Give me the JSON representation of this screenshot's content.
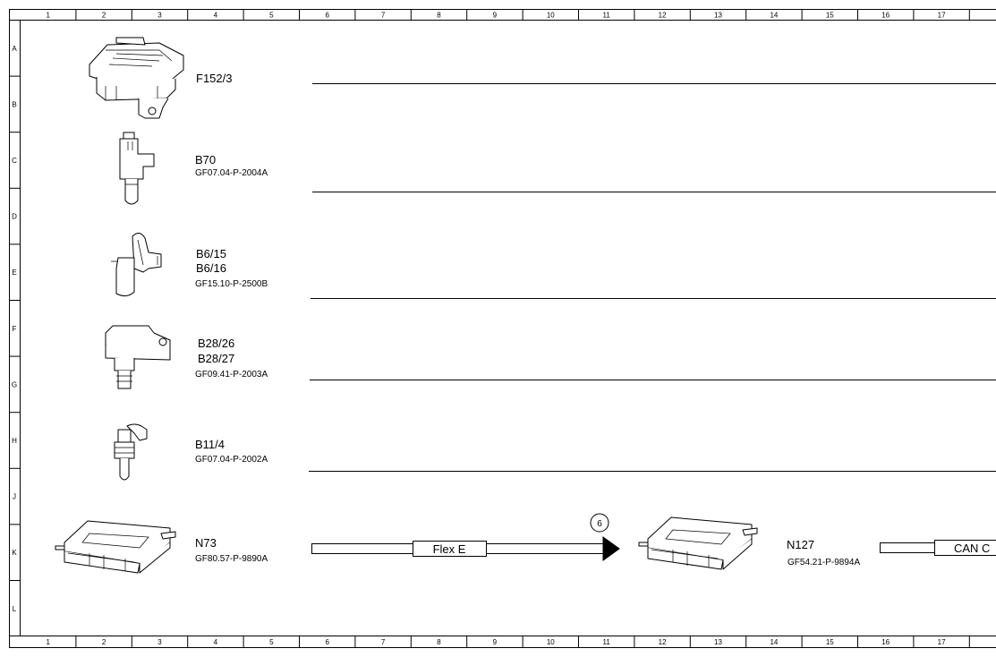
{
  "grid": {
    "columns": [
      "1",
      "2",
      "3",
      "4",
      "5",
      "6",
      "7",
      "8",
      "9",
      "10",
      "11",
      "12",
      "13",
      "14",
      "15",
      "16",
      "17"
    ],
    "rows": [
      "A",
      "B",
      "C",
      "D",
      "E",
      "F",
      "G",
      "H",
      "J",
      "K",
      "L"
    ]
  },
  "components": [
    {
      "id": "f152-3",
      "codes": [
        "F152/3"
      ],
      "ref": ""
    },
    {
      "id": "b70",
      "codes": [
        "B70"
      ],
      "ref": "GF07.04-P-2004A"
    },
    {
      "id": "b6",
      "codes": [
        "B6/15",
        "B6/16"
      ],
      "ref": "GF15.10-P-2500B"
    },
    {
      "id": "b28",
      "codes": [
        "B28/26",
        "B28/27"
      ],
      "ref": "GF09.41-P-2003A"
    },
    {
      "id": "b11-4",
      "codes": [
        "B11/4"
      ],
      "ref": "GF07.04-P-2002A"
    },
    {
      "id": "n73",
      "codes": [
        "N73"
      ],
      "ref": "GF80.57-P-9890A"
    },
    {
      "id": "n127",
      "codes": [
        "N127"
      ],
      "ref": "GF54.21-P-9894A"
    }
  ],
  "signals": {
    "flex_e": "Flex E",
    "step_marker": "6",
    "can": "CAN C"
  },
  "icons": [
    "fuse-relay-module-icon",
    "sensor-icon",
    "camshaft-sensor-icon",
    "pressure-sensor-icon",
    "temperature-sensor-icon",
    "control-unit-icon"
  ]
}
